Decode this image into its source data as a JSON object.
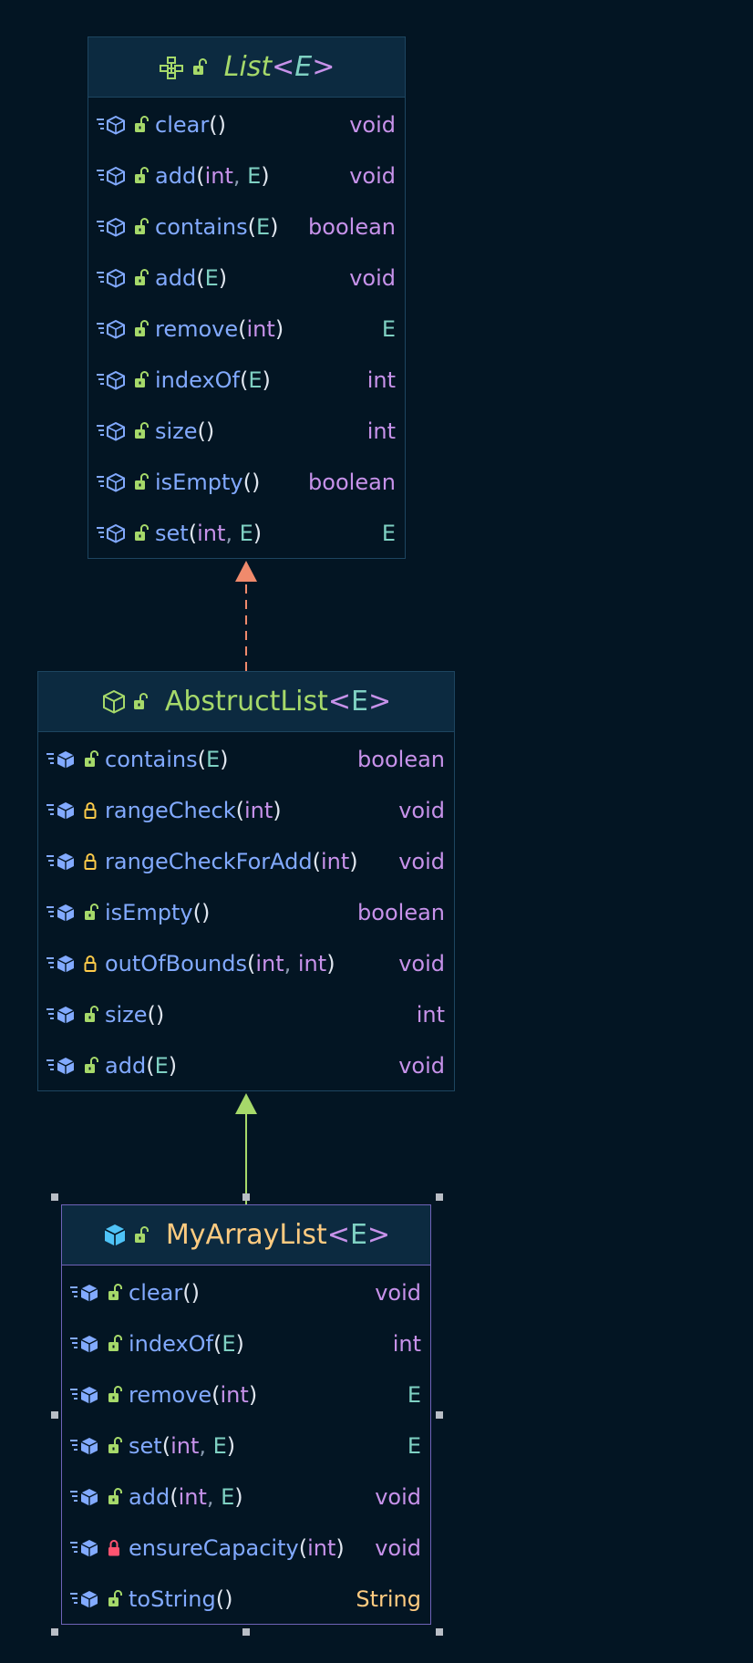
{
  "colors": {
    "background": "#031523",
    "header_bg": "#0c2a40",
    "border": "#1d4560",
    "selected_border": "#6f63b8",
    "method_name": "#82aaff",
    "keyword_type": "#c792ea",
    "generic_type": "#7fd1c3",
    "interface_name": "#a6d96a",
    "abstract_name": "#a6d96a",
    "class_name": "#ffcb80",
    "realization_arrow": "#f08a6c",
    "inheritance_arrow": "#a6d96a",
    "lock_public": "#a6d96a",
    "lock_protected": "#ffcb4a",
    "lock_private": "#ff5370"
  },
  "classes": [
    {
      "id": "list",
      "kind": "interface",
      "name": "List",
      "type_param": "E",
      "header_icons": [
        "interface-icon",
        "public-lock-icon"
      ],
      "methods": [
        {
          "name": "clear",
          "params": [],
          "returns": "void",
          "visibility": "public"
        },
        {
          "name": "add",
          "params": [
            "int",
            "E"
          ],
          "returns": "void",
          "visibility": "public"
        },
        {
          "name": "contains",
          "params": [
            "E"
          ],
          "returns": "boolean",
          "visibility": "public"
        },
        {
          "name": "add",
          "params": [
            "E"
          ],
          "returns": "void",
          "visibility": "public"
        },
        {
          "name": "remove",
          "params": [
            "int"
          ],
          "returns": "E",
          "visibility": "public"
        },
        {
          "name": "indexOf",
          "params": [
            "E"
          ],
          "returns": "int",
          "visibility": "public"
        },
        {
          "name": "size",
          "params": [],
          "returns": "int",
          "visibility": "public"
        },
        {
          "name": "isEmpty",
          "params": [],
          "returns": "boolean",
          "visibility": "public"
        },
        {
          "name": "set",
          "params": [
            "int",
            "E"
          ],
          "returns": "E",
          "visibility": "public"
        }
      ]
    },
    {
      "id": "abstractlist",
      "kind": "abstract",
      "name": "AbstructList",
      "type_param": "E",
      "header_icons": [
        "abstract-class-icon",
        "public-lock-icon"
      ],
      "methods": [
        {
          "name": "contains",
          "params": [
            "E"
          ],
          "returns": "boolean",
          "visibility": "public"
        },
        {
          "name": "rangeCheck",
          "params": [
            "int"
          ],
          "returns": "void",
          "visibility": "protected"
        },
        {
          "name": "rangeCheckForAdd",
          "params": [
            "int"
          ],
          "returns": "void",
          "visibility": "protected"
        },
        {
          "name": "isEmpty",
          "params": [],
          "returns": "boolean",
          "visibility": "public"
        },
        {
          "name": "outOfBounds",
          "params": [
            "int",
            "int"
          ],
          "returns": "void",
          "visibility": "protected"
        },
        {
          "name": "size",
          "params": [],
          "returns": "int",
          "visibility": "public"
        },
        {
          "name": "add",
          "params": [
            "E"
          ],
          "returns": "void",
          "visibility": "public"
        }
      ]
    },
    {
      "id": "myarraylist",
      "kind": "class",
      "name": "MyArrayList",
      "type_param": "E",
      "selected": true,
      "header_icons": [
        "class-icon",
        "public-lock-icon"
      ],
      "methods": [
        {
          "name": "clear",
          "params": [],
          "returns": "void",
          "visibility": "public"
        },
        {
          "name": "indexOf",
          "params": [
            "E"
          ],
          "returns": "int",
          "visibility": "public"
        },
        {
          "name": "remove",
          "params": [
            "int"
          ],
          "returns": "E",
          "visibility": "public"
        },
        {
          "name": "set",
          "params": [
            "int",
            "E"
          ],
          "returns": "E",
          "visibility": "public"
        },
        {
          "name": "add",
          "params": [
            "int",
            "E"
          ],
          "returns": "void",
          "visibility": "public"
        },
        {
          "name": "ensureCapacity",
          "params": [
            "int"
          ],
          "returns": "void",
          "visibility": "private"
        },
        {
          "name": "toString",
          "params": [],
          "returns": "String",
          "visibility": "public"
        }
      ]
    }
  ],
  "relations": [
    {
      "from": "abstractlist",
      "to": "list",
      "type": "realization"
    },
    {
      "from": "myarraylist",
      "to": "abstractlist",
      "type": "inheritance"
    }
  ]
}
